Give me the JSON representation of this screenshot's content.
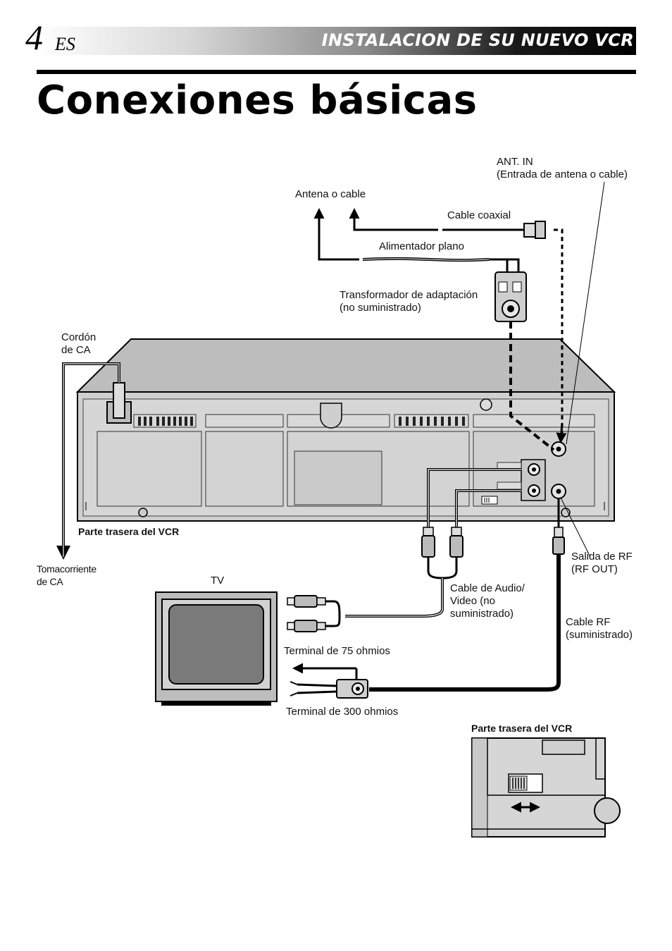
{
  "header": {
    "page_number": "4",
    "language": "ES",
    "section": "INSTALACION DE SU NUEVO VCR"
  },
  "title": "Conexiones básicas",
  "labels": {
    "ant_in": "ANT. IN\n(Entrada de antena o cable)",
    "antenna": "Antena o cable",
    "coax": "Cable coaxial",
    "flat_feeder": "Alimentador plano",
    "transformer": "Transformador de adaptación\n(no suministrado)",
    "ac_cord": "Cordón\nde CA",
    "vcr_rear": "Parte trasera del VCR",
    "outlet": "Tomacorriente\nde CA",
    "tv": "TV",
    "rf_out": "Salida de RF\n(RF OUT)",
    "av_cable": "Cable de Audio/\nVideo (no\nsuministrado)",
    "rf_cable": "Cable RF\n(suministrado)",
    "t75": "Terminal de 75 ohmios",
    "t300": "Terminal de 300 ohmios",
    "inset_title": "Parte trasera del VCR"
  }
}
